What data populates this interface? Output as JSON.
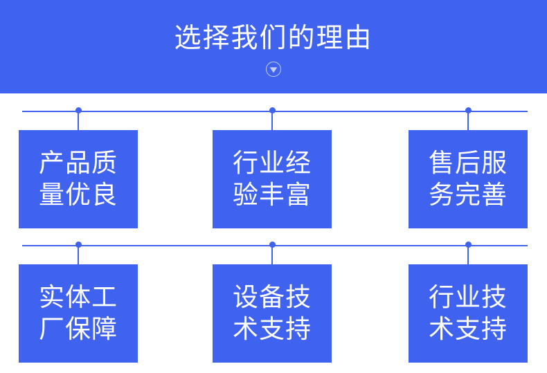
{
  "banner": {
    "title": "选择我们的理由",
    "chevron_icon": "chevron-down-circle-icon",
    "background_color": "#3f62ef",
    "text_color": "#ffffff"
  },
  "accent_color": "#3f62ef",
  "rows": [
    {
      "cards": [
        {
          "line1": "产品质",
          "line2": "量优良",
          "text": "产品质\n量优良"
        },
        {
          "line1": "行业经",
          "line2": "验丰富",
          "text": "行业经\n验丰富"
        },
        {
          "line1": "售后服",
          "line2": "务完善",
          "text": "售后服\n务完善"
        }
      ]
    },
    {
      "cards": [
        {
          "line1": "实体工",
          "line2": "厂保障",
          "text": "实体工\n厂保障"
        },
        {
          "line1": "设备技",
          "line2": "术支持",
          "text": "设备技\n术支持"
        },
        {
          "line1": "行业技",
          "line2": "术支持",
          "text": "行业技\n术支持"
        }
      ]
    }
  ]
}
